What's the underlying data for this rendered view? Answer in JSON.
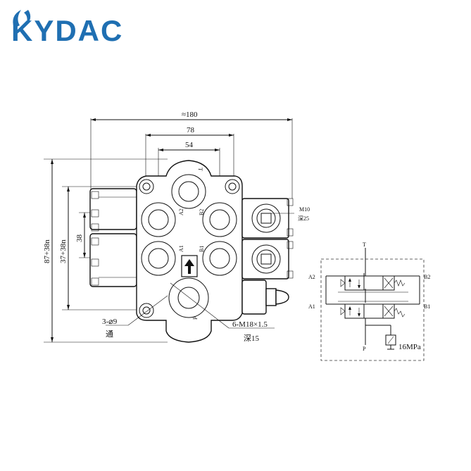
{
  "brand": {
    "name": "KYDAC",
    "color": "#1f6fb2",
    "logo_icon": "kydac-swirl-icon"
  },
  "dimensions": {
    "overall_width": "≈180",
    "mount_width": "78",
    "port_spacing": "54",
    "overall_height": "87+38n",
    "mount_height": "37+38n",
    "section_pitch": "38"
  },
  "port_labels": {
    "a2": "A2",
    "b2": "B2",
    "a1": "A1",
    "b1": "B1",
    "p": "P",
    "t": "T"
  },
  "callouts": {
    "mounting_holes": "3-⌀9",
    "through": "通",
    "ports_thread": "6-M18×1.5",
    "ports_depth": "深15",
    "side_thread": "M10",
    "side_depth": "深25"
  },
  "schematic": {
    "t": "T",
    "p": "P",
    "a2": "A2",
    "b2": "B2",
    "a1": "A1",
    "b1": "B1",
    "relief_pressure": "16MPa"
  }
}
